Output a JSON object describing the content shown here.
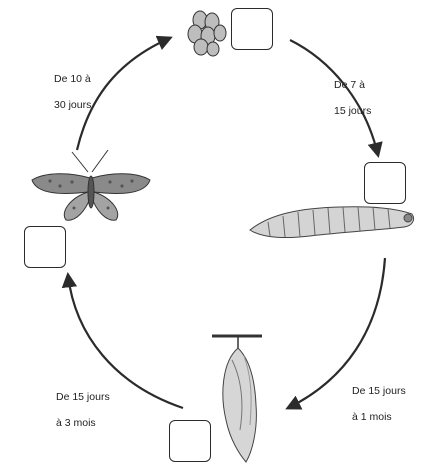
{
  "durations": {
    "butterfly_to_eggs": {
      "line1": "De 10 à",
      "line2": "30 jours"
    },
    "eggs_to_caterpillar": {
      "line1": "De 7 à",
      "line2": "15 jours"
    },
    "caterpillar_to_chrysalis": {
      "line1": "De 15 jours",
      "line2": "à 1 mois"
    },
    "chrysalis_to_butterfly": {
      "line1": "De 15 jours",
      "line2": "à 3 mois"
    }
  },
  "stages": [
    "eggs",
    "caterpillar",
    "chrysalis",
    "butterfly"
  ],
  "colors": {
    "ink": "#2b2b2b",
    "fill_light": "#d9d9d9",
    "fill_mid": "#a9a9a9",
    "wing": "#8a8a8a"
  }
}
